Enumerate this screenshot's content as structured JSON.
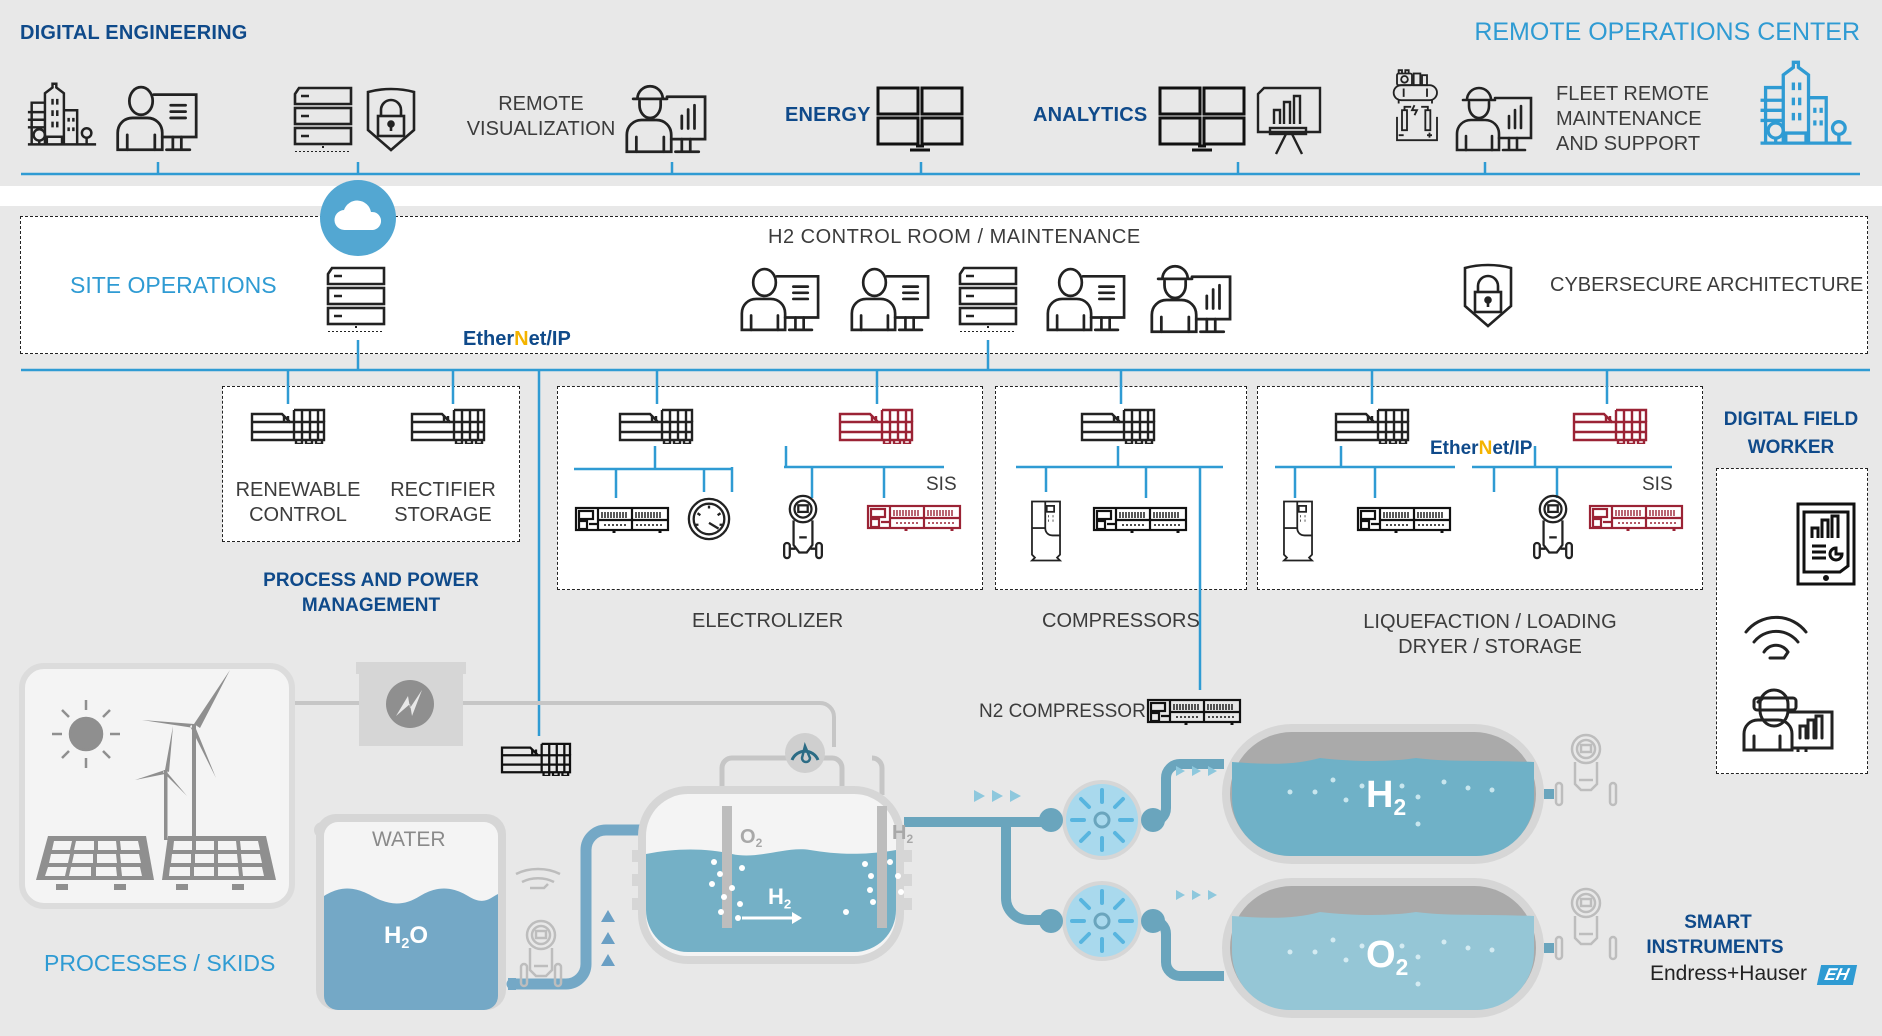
{
  "colors": {
    "navy": "#0f4a8a",
    "accent_blue": "#2f9bd3",
    "bus_line": "#2f9bd3",
    "safety_red": "#9b2335",
    "water": "#74a8c6",
    "tank_fill": "#6fb1c7",
    "background": "#e8e8e8"
  },
  "top_band": {
    "digital_engineering": "DIGITAL ENGINEERING",
    "remote_operations_center": "REMOTE OPERATIONS CENTER",
    "remote_visualization_line1": "REMOTE",
    "remote_visualization_line2": "VISUALIZATION",
    "energy": "ENERGY",
    "analytics": "ANALYTICS",
    "fleet_line1": "FLEET REMOTE",
    "fleet_line2": "MAINTENANCE",
    "fleet_line3": "AND SUPPORT"
  },
  "site_band": {
    "site_operations": "SITE OPERATIONS",
    "control_room": "H2 CONTROL ROOM / MAINTENANCE",
    "cybersecure": "CYBERSECURE ARCHITECTURE",
    "ethernet_ip": {
      "prefix": "Ether",
      "mid": "N",
      "suffix": "et/IP"
    }
  },
  "cells": {
    "renewable_line1": "RENEWABLE",
    "renewable_line2": "CONTROL",
    "rectifier_line1": "RECTIFIER",
    "rectifier_line2": "STORAGE",
    "process_power_line1": "PROCESS AND POWER",
    "process_power_line2": "MANAGEMENT",
    "electrolizer": "ELECTROLIZER",
    "compressors": "COMPRESSORS",
    "liquefaction_line1": "LIQUEFACTION / LOADING",
    "liquefaction_line2": "DRYER / STORAGE",
    "sis_1": "SIS",
    "sis_2": "SIS",
    "digital_field_worker_line1": "DIGITAL FIELD",
    "digital_field_worker_line2": "WORKER"
  },
  "process": {
    "processes_skids": "PROCESSES / SKIDS",
    "water_label": "WATER",
    "h2o": {
      "base": "H",
      "sub": "2",
      "tail": "O"
    },
    "o2_electrode": {
      "base": "O",
      "sub": "2"
    },
    "h2_electrode": {
      "base": "H",
      "sub": "2"
    },
    "h2_flow": {
      "base": "H",
      "sub": "2"
    },
    "n2_compressor": "N2 COMPRESSOR",
    "h2_tank": {
      "base": "H",
      "sub": "2"
    },
    "o2_tank": {
      "base": "O",
      "sub": "2"
    },
    "smart_line1": "SMART",
    "smart_line2": "INSTRUMENTS",
    "brand": "Endress+Hauser",
    "brand_logo": "EH"
  }
}
